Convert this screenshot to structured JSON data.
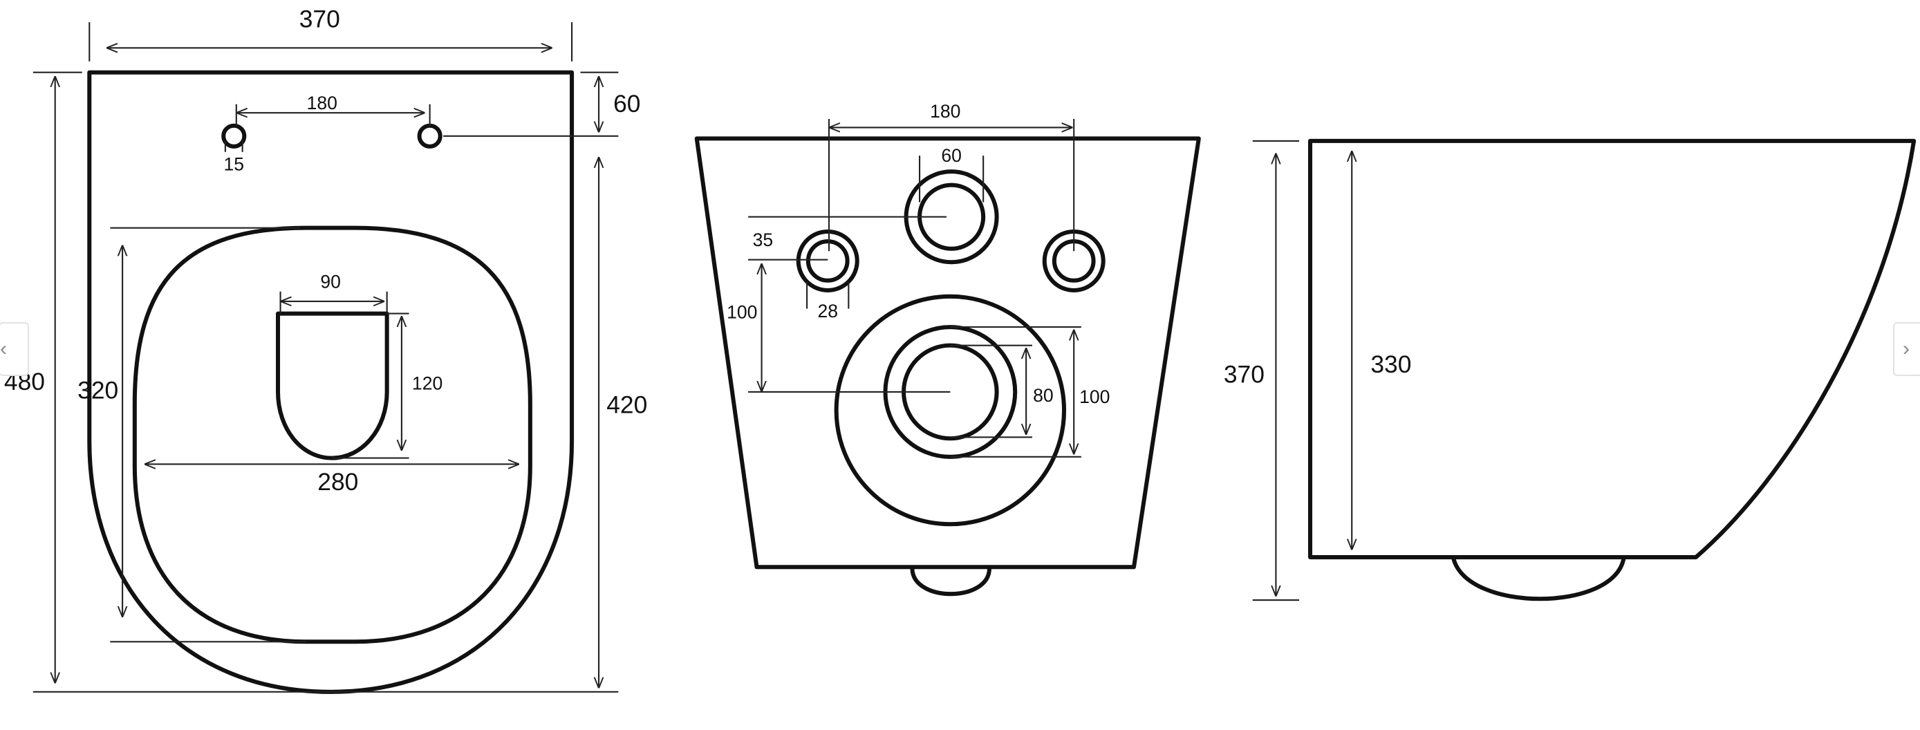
{
  "front_view": {
    "width": "370",
    "height": "480",
    "hole_spacing": "180",
    "hole_diameter": "15",
    "hole_offset": "60",
    "body_length": "420",
    "seat_length": "320",
    "seat_width": "280",
    "opening_width": "90",
    "opening_length": "120"
  },
  "rear_view": {
    "bolt_spacing": "180",
    "water_inlet": "60",
    "bolt_offset": "35",
    "bolt_diameter": "28",
    "bolt_height": "100",
    "outlet_inner": "80",
    "outlet_outer": "100"
  },
  "side_view": {
    "total_height": "370",
    "body_height": "330"
  },
  "navigation": {
    "prev_icon": "chevron-left-icon",
    "next_icon": "chevron-right-icon"
  }
}
